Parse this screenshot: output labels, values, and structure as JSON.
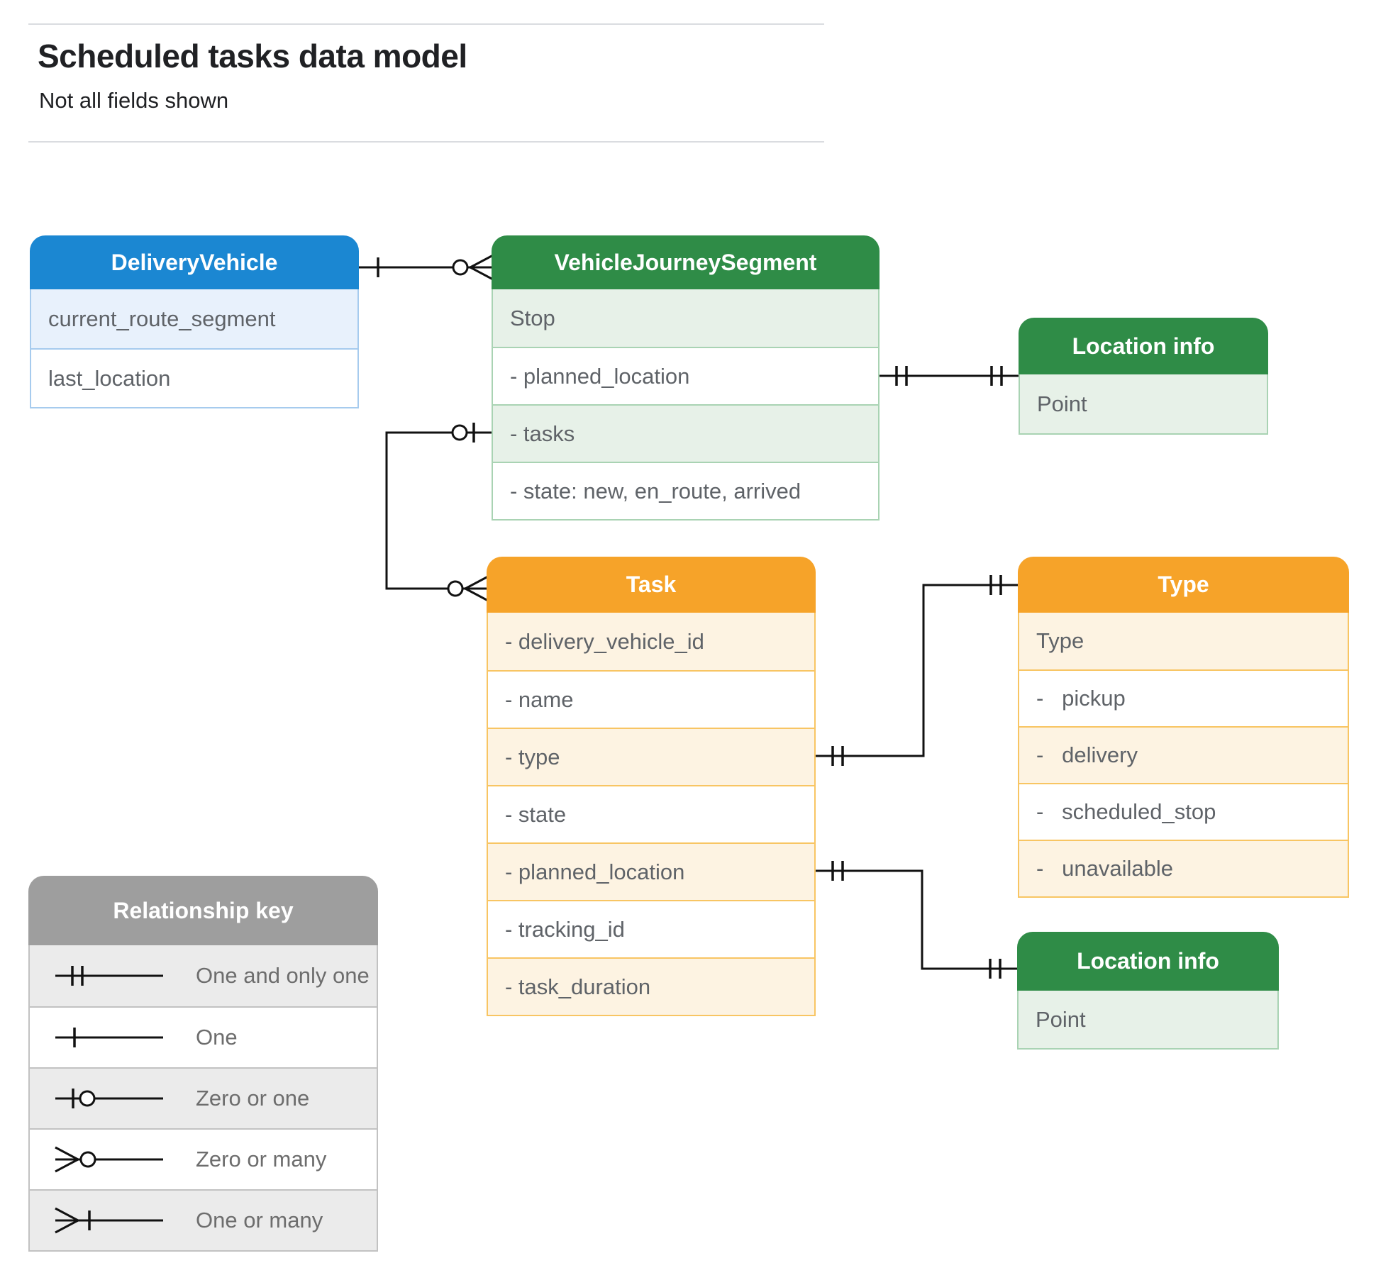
{
  "page": {
    "title": "Scheduled tasks data model",
    "subtitle": "Not all fields shown"
  },
  "themes": {
    "blue": {
      "header": "#1b87d2",
      "tint": "#e8f1fc",
      "border": "#a6cbee"
    },
    "green": {
      "header": "#2f8c47",
      "tint": "#e7f1e8",
      "border": "#a9d3b3"
    },
    "orange": {
      "header": "#f6a329",
      "tint": "#fdf3e2",
      "border": "#f8c563"
    },
    "gray": {
      "header": "#9e9e9e",
      "tint": "#ebebeb",
      "border": "#c2c2c2"
    }
  },
  "connector_color": "#111111",
  "entities": [
    {
      "id": "delivery-vehicle",
      "title": "DeliveryVehicle",
      "theme": "blue",
      "rows": [
        "current_route_segment",
        "last_location"
      ]
    },
    {
      "id": "vehicle-journey-segment",
      "title": "VehicleJourneySegment",
      "theme": "green",
      "rows": [
        "Stop",
        "- planned_location",
        "- tasks",
        "- state: new, en_route, arrived"
      ]
    },
    {
      "id": "location-info-top",
      "title": "Location info",
      "theme": "green",
      "rows": [
        "Point"
      ]
    },
    {
      "id": "task",
      "title": "Task",
      "theme": "orange",
      "rows": [
        "- delivery_vehicle_id",
        "- name",
        "- type",
        "- state",
        "- planned_location",
        "- tracking_id",
        "- task_duration"
      ]
    },
    {
      "id": "type",
      "title": "Type",
      "theme": "orange",
      "rows": [
        "Type",
        "-   pickup",
        "-   delivery",
        "-   scheduled_stop",
        "-   unavailable"
      ]
    },
    {
      "id": "location-info-bottom",
      "title": "Location info",
      "theme": "green",
      "rows": [
        "Point"
      ]
    }
  ],
  "legend": {
    "title": "Relationship key",
    "items": [
      {
        "symbol": "one-and-only-one",
        "label": "One and only one"
      },
      {
        "symbol": "one",
        "label": "One"
      },
      {
        "symbol": "zero-or-one",
        "label": "Zero or one"
      },
      {
        "symbol": "zero-or-many",
        "label": "Zero or many"
      },
      {
        "symbol": "one-or-many",
        "label": "One or many"
      }
    ]
  },
  "relationships": [
    {
      "id": "dv-vjs",
      "from": "delivery-vehicle",
      "to": "vehicle-journey-segment",
      "from_symbol": "one",
      "to_symbol": "zero-or-many"
    },
    {
      "id": "vjs-task",
      "from": "vehicle-journey-segment.tasks",
      "to": "task",
      "from_symbol": "zero-or-one",
      "to_symbol": "zero-or-many"
    },
    {
      "id": "vjs-location",
      "from": "vehicle-journey-segment.planned_location",
      "to": "location-info-top",
      "from_symbol": "one-and-only-one",
      "to_symbol": "one-and-only-one"
    },
    {
      "id": "task-type",
      "from": "task.type",
      "to": "type",
      "from_symbol": "one-and-only-one",
      "to_symbol": "one-and-only-one"
    },
    {
      "id": "task-location",
      "from": "task.planned_location",
      "to": "location-info-bottom",
      "from_symbol": "one-and-only-one",
      "to_symbol": "one-and-only-one"
    }
  ]
}
